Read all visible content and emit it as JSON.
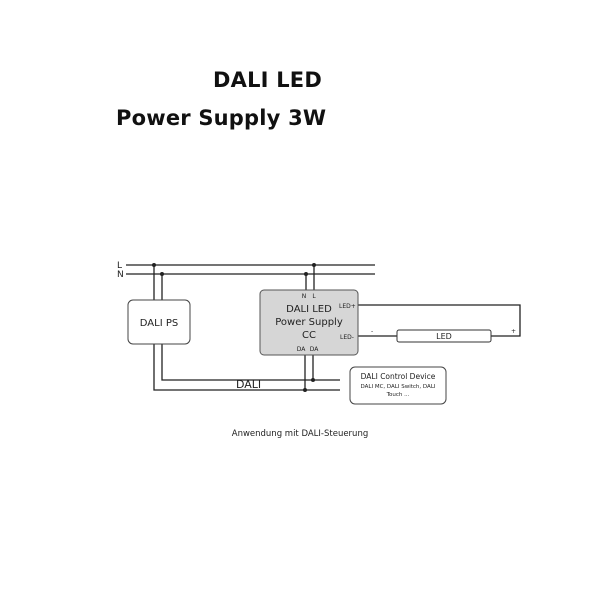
{
  "title": {
    "line1": "DALI LED",
    "line2": "Power Supply 3W"
  },
  "diagram": {
    "rail_l": "L",
    "rail_n": "N",
    "dali_ps": "DALI PS",
    "driver": {
      "line1": "DALI LED",
      "line2": "Power Supply",
      "line3": "CC",
      "terminal_n": "N",
      "terminal_l": "L",
      "led_plus": "LED+",
      "led_minus": "LED-",
      "da1": "DA",
      "da2": "DA"
    },
    "led": "LED",
    "plus_mark": "+",
    "minus_mark": "-",
    "bus_label": "DALI",
    "control_device": {
      "title": "DALI Control Device",
      "line1": "DALI MC, DALI Switch, DALI",
      "line2": "Touch ..."
    }
  },
  "caption": "Anwendung mit DALI-Steuerung"
}
